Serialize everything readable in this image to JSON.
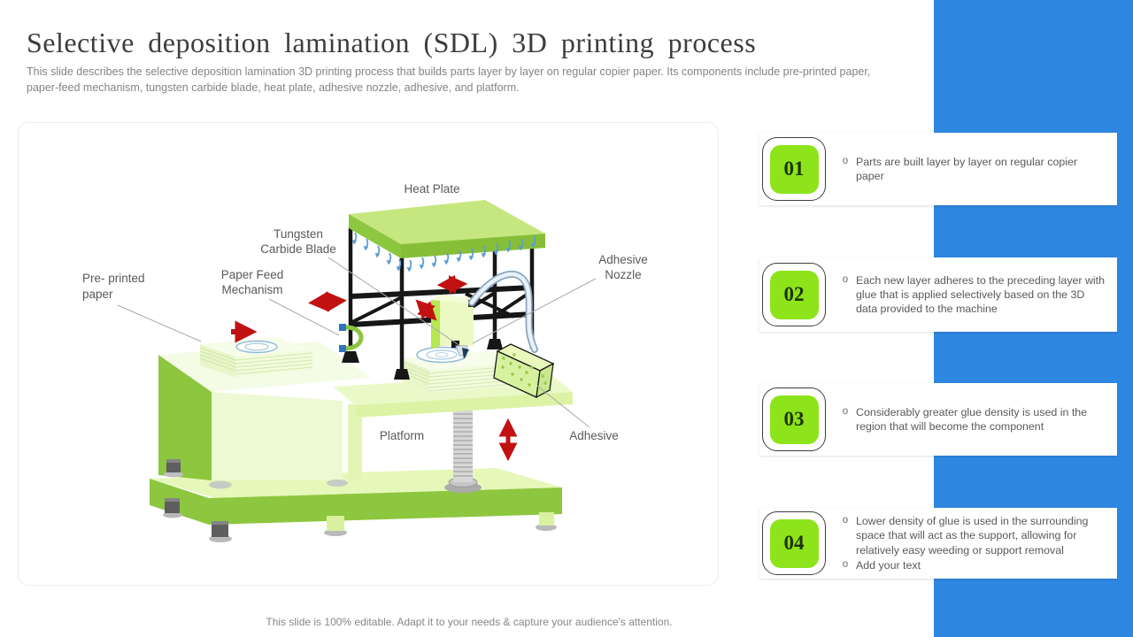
{
  "header": {
    "title": "Selective deposition lamination (SDL) 3D printing process",
    "subtitle": "This slide describes the selective deposition lamination 3D printing process that builds parts layer by layer on regular copier paper. Its components include pre-printed paper, paper-feed mechanism, tungsten carbide blade, heat plate, adhesive nozzle, adhesive, and platform."
  },
  "diagram": {
    "labels": {
      "heat_plate": "Heat Plate",
      "tungsten_1": "Tungsten",
      "tungsten_2": "Carbide Blade",
      "paper_feed_1": "Paper Feed",
      "paper_feed_2": "Mechanism",
      "pre_printed_1": "Pre- printed",
      "pre_printed_2": "paper",
      "adhesive_nozzle_1": "Adhesive",
      "adhesive_nozzle_2": "Nozzle",
      "platform": "Platform",
      "adhesive": "Adhesive"
    }
  },
  "steps": [
    {
      "number": "01",
      "bullets": [
        "Parts are built layer by layer on regular copier paper"
      ]
    },
    {
      "number": "02",
      "bullets": [
        "Each new layer adheres to the preceding layer with glue that is applied selectively based on the 3D data provided to the machine"
      ]
    },
    {
      "number": "03",
      "bullets": [
        "Considerably greater glue density is used in the region that will become the component"
      ]
    },
    {
      "number": "04",
      "bullets": [
        "Lower density of glue is used in the surrounding space that will act as the support, allowing for relatively easy weeding or support removal",
        "Add your text"
      ]
    }
  ],
  "footer": {
    "note": "This slide is 100% editable. Adapt it to your needs & capture your audience's attention."
  },
  "ui": {
    "bullet_glyph": "o"
  },
  "colors": {
    "accent_blue": "#2e87e0",
    "badge_green": "#8de41b",
    "machine_green": "#8dc63f",
    "arrow_red": "#c11212"
  }
}
